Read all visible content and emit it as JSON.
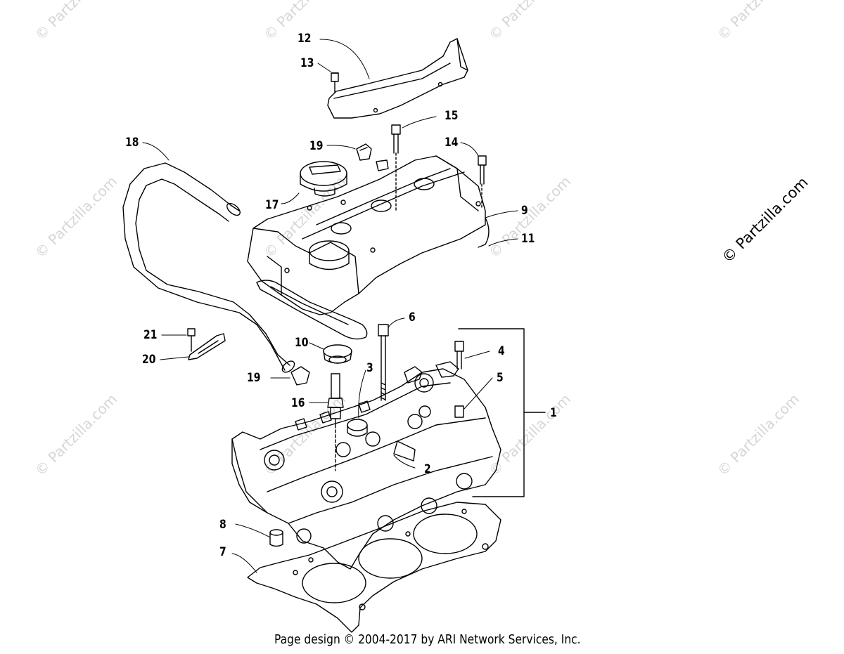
{
  "callouts": {
    "c1": "1",
    "c2": "2",
    "c3": "3",
    "c4": "4",
    "c5": "5",
    "c6": "6",
    "c7": "7",
    "c8": "8",
    "c9": "9",
    "c10": "10",
    "c11": "11",
    "c12": "12",
    "c13": "13",
    "c14": "14",
    "c15": "15",
    "c16": "16",
    "c17": "17",
    "c18": "18",
    "c19a": "19",
    "c19b": "19",
    "c20": "20",
    "c21": "21"
  },
  "watermark": {
    "small": "© Partzilla.com",
    "large": "© Partzilla.com"
  },
  "footer": "Page design © 2004-2017 by ARI Network Services, Inc."
}
